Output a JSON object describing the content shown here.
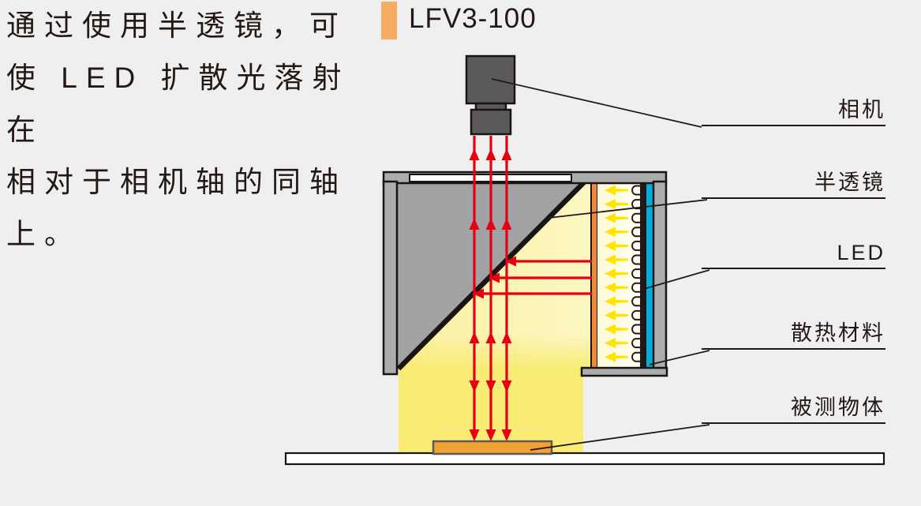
{
  "description": {
    "lines": [
      "通过使用半透镜，可",
      "使 LED 扩散光落射在",
      "相对于相机轴的同轴",
      "上。"
    ]
  },
  "title": {
    "text": "LFV3-100",
    "bullet_color": "#F5AD62"
  },
  "part_labels": {
    "camera": "相机",
    "half_mirror": "半透镜",
    "led": "LED",
    "heat_sink": "散热材料",
    "measured_object": "被测物体"
  },
  "led": {
    "count": 13
  },
  "colors": {
    "background": "#EFEFEF",
    "text": "#231815",
    "housing_gray": "#ABACAD",
    "mirror_block_gray": "#A1A2A3",
    "camera_gray": "#5B5959",
    "outline_black": "#1A1512",
    "light_path_red": "#E60012",
    "led_light_yellow": "#FFE400",
    "beam_yellow": "#F8EC74",
    "diffuser_orange": "#EF8A3C",
    "heat_sink_cyan": "#00AEDB",
    "object_orange": "#F0A236",
    "stage_white": "#FFFFFF"
  }
}
